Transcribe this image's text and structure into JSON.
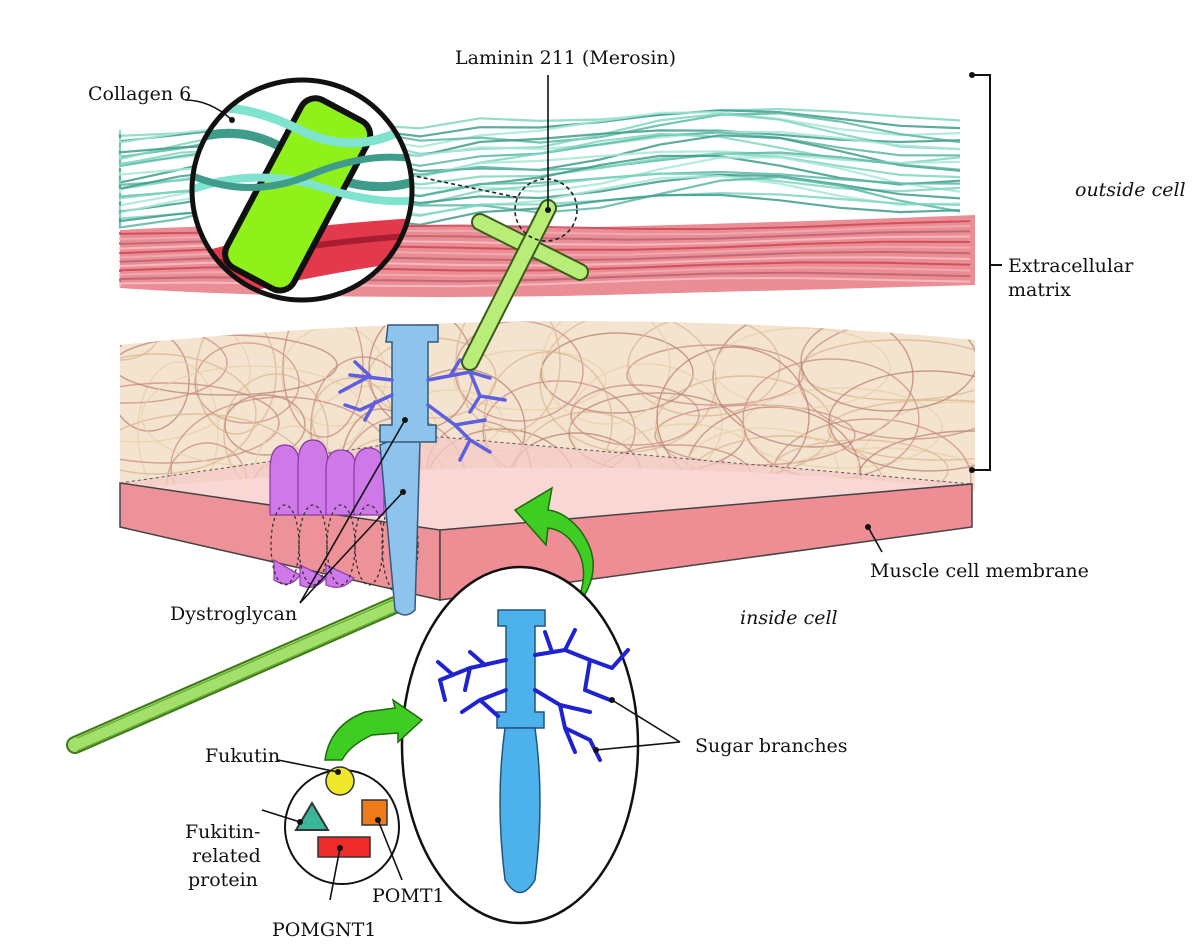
{
  "labels": {
    "collagen": "Collagen 6",
    "laminin": "Laminin 211 (Merosin)",
    "outside_cell": "outside cell",
    "ecm_line1": "Extracellular",
    "ecm_line2": "matrix",
    "membrane": "Muscle cell membrane",
    "inside_cell": "inside cell",
    "dystroglycan": "Dystroglycan",
    "sugar": "Sugar branches",
    "fukutin": "Fukutin",
    "fkrp_line1": "Fukitin-",
    "fkrp_line2": "related",
    "fkrp_line3": "protein",
    "pomt1": "POMT1",
    "pomgnt1": "POMGNT1"
  },
  "colors": {
    "collagen_teal": "#7fd6c0",
    "collagen_dark": "#3f9c8a",
    "red_band": "#e8868e",
    "red_dark": "#c9424f",
    "mesh_tan": "#d9b58f",
    "mesh_pink": "#c98b84",
    "membrane": "#ee8f95",
    "laminin": "#b8ee77",
    "dystroglycan": "#8dc3ec",
    "dystroglycan_dark": "#4db2ec",
    "sugar_light": "#5d5ee0",
    "sugar_dark": "#1e22d0",
    "sarcoglycan": "#cf78e8",
    "arrow_green": "#3fcc23",
    "rod_green": "#a2e06a",
    "fukutin_yellow": "#f0e62a",
    "fkrp_teal": "#3bb597",
    "pomt1_orange": "#ee7a1a",
    "pomgnt1_red": "#ee2a2a"
  }
}
